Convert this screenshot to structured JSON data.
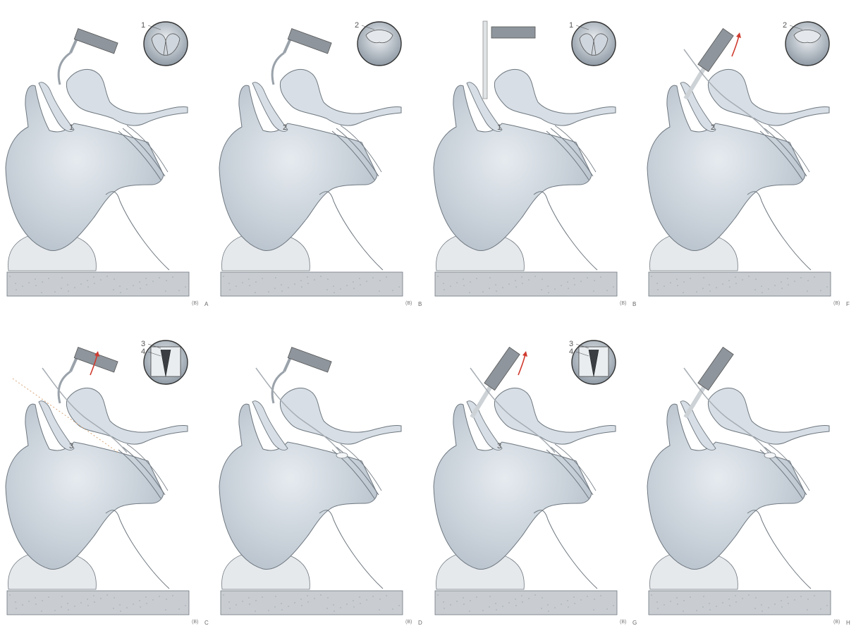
{
  "panels": [
    {
      "letter": "A",
      "code": "(B)",
      "callouts": [
        "1"
      ],
      "inset_labels": [
        "1"
      ],
      "inset": "cords-open",
      "blade": "curved",
      "arrow": false,
      "beam": false,
      "tube": false
    },
    {
      "letter": "B",
      "code": "(B)",
      "callouts": [
        "2"
      ],
      "inset_labels": [
        "2"
      ],
      "inset": "cords-closed",
      "blade": "curved",
      "arrow": false,
      "beam": false,
      "tube": false
    },
    {
      "letter": "B",
      "code": "(B)",
      "callouts": [
        "1"
      ],
      "inset_labels": [
        "1"
      ],
      "inset": "cords-open",
      "blade": "straight",
      "arrow": false,
      "beam": false,
      "tube": false
    },
    {
      "letter": "F",
      "code": "(B)",
      "callouts": [
        "2"
      ],
      "inset_labels": [
        "2"
      ],
      "inset": "cords-closed",
      "blade": "straight-tilted",
      "arrow": true,
      "beam": false,
      "tube": false
    },
    {
      "letter": "C",
      "code": "(B)",
      "callouts": [
        "3"
      ],
      "inset_labels": [
        "3",
        "4"
      ],
      "inset": "tube-view",
      "blade": "curved",
      "arrow": true,
      "beam": true,
      "tube": false
    },
    {
      "letter": "D",
      "code": "(B)",
      "callouts": [],
      "inset_labels": [],
      "inset": "none",
      "blade": "curved",
      "arrow": false,
      "beam": false,
      "tube": true
    },
    {
      "letter": "G",
      "code": "(B)",
      "callouts": [
        "3"
      ],
      "inset_labels": [
        "3",
        "4"
      ],
      "inset": "tube-view",
      "blade": "straight-tilted",
      "arrow": true,
      "beam": false,
      "tube": false
    },
    {
      "letter": "H",
      "code": "(B)",
      "callouts": [],
      "inset_labels": [],
      "inset": "none",
      "blade": "straight-tilted",
      "arrow": false,
      "beam": false,
      "tube": true
    }
  ],
  "colors": {
    "tissue": "#d7dee5",
    "tissue_dark": "#b9c3cd",
    "outline": "#6f7880",
    "table": "#c9cdd1",
    "pillow": "#e6e9ec",
    "handle": "#8e959c",
    "arrow": "#d03a2e",
    "beam": "#d9a77a"
  }
}
